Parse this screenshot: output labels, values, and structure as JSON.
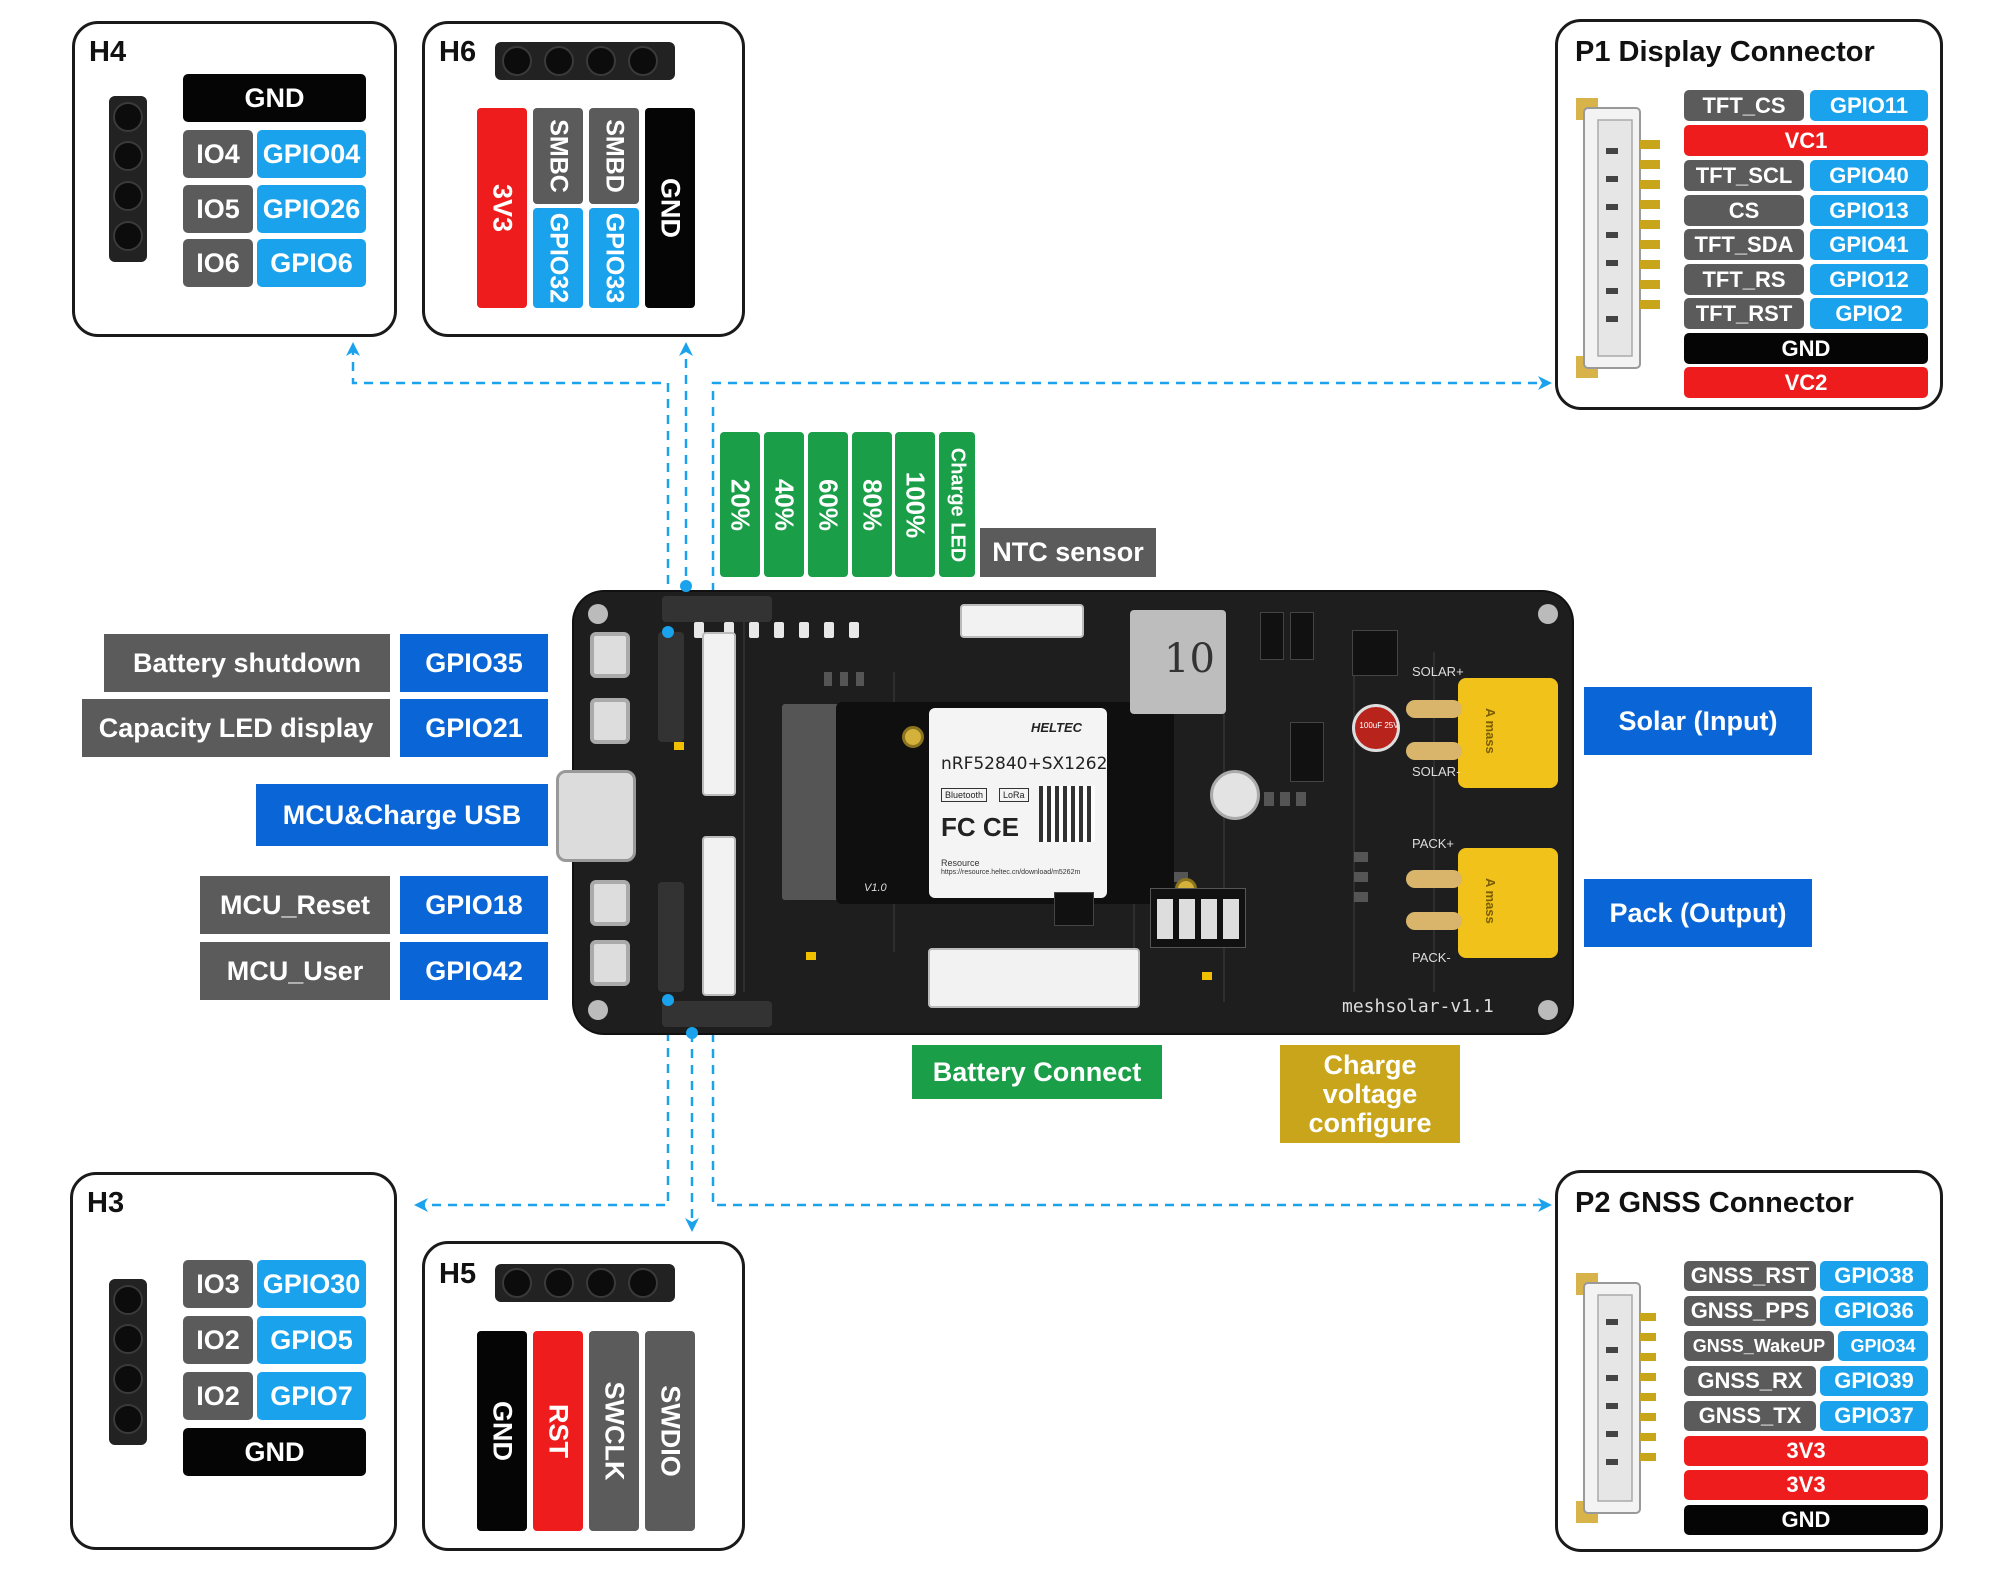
{
  "colors": {
    "blue": "#1aa3ec",
    "navy": "#0a66d6",
    "green": "#1a9e48",
    "gold": "#c9a51c",
    "red": "#ee1c1c",
    "gray": "#5b5b5b",
    "black": "#050505",
    "arrow": "#1aa3ec"
  },
  "h4": {
    "title": "H4",
    "gnd": "GND",
    "rows": [
      {
        "io": "IO4",
        "gpio": "GPIO04"
      },
      {
        "io": "IO5",
        "gpio": "GPIO26"
      },
      {
        "io": "IO6",
        "gpio": "GPIO6"
      }
    ]
  },
  "h6": {
    "title": "H6",
    "pins": [
      "3V3",
      "SMBC",
      "GPIO32",
      "SMBD",
      "GPIO33",
      "GND"
    ]
  },
  "h3": {
    "title": "H3",
    "rows": [
      {
        "io": "IO3",
        "gpio": "GPIO30"
      },
      {
        "io": "IO2",
        "gpio": "GPIO5"
      },
      {
        "io": "IO2",
        "gpio": "GPIO7"
      }
    ],
    "gnd": "GND"
  },
  "h5": {
    "title": "H5",
    "pins": [
      "GND",
      "RST",
      "SWCLK",
      "SWDIO"
    ]
  },
  "p1": {
    "title": "P1  Display Connector",
    "rows": [
      {
        "name": "TFT_CS",
        "gpio": "GPIO11"
      },
      {
        "name": "VC1"
      },
      {
        "name": "TFT_SCL",
        "gpio": "GPIO40"
      },
      {
        "name": "CS",
        "gpio": "GPIO13"
      },
      {
        "name": "TFT_SDA",
        "gpio": "GPIO41"
      },
      {
        "name": "TFT_RS",
        "gpio": "GPIO12"
      },
      {
        "name": "TFT_RST",
        "gpio": "GPIO2"
      },
      {
        "name": "GND"
      },
      {
        "name": "VC2"
      }
    ]
  },
  "p2": {
    "title": "P2  GNSS Connector",
    "rows": [
      {
        "name": "GNSS_RST",
        "gpio": "GPIO38"
      },
      {
        "name": "GNSS_PPS",
        "gpio": "GPIO36"
      },
      {
        "name": "GNSS_WakeUP",
        "gpio": "GPIO34"
      },
      {
        "name": "GNSS_RX",
        "gpio": "GPIO39"
      },
      {
        "name": "GNSS_TX",
        "gpio": "GPIO37"
      },
      {
        "name": "3V3"
      },
      {
        "name": "3V3"
      },
      {
        "name": "GND"
      }
    ]
  },
  "charge_led": {
    "levels": [
      "20%",
      "40%",
      "60%",
      "80%",
      "100%"
    ],
    "label": "Charge LED"
  },
  "ntc": "NTC sensor",
  "left_labels": {
    "battery_shutdown": "Battery shutdown",
    "battery_shutdown_gpio": "GPIO35",
    "capacity_led": "Capacity LED display",
    "capacity_led_gpio": "GPIO21",
    "usb": "MCU&Charge USB",
    "mcu_reset": "MCU_Reset",
    "mcu_reset_gpio": "GPIO18",
    "mcu_user": "MCU_User",
    "mcu_user_gpio": "GPIO42"
  },
  "right_labels": {
    "solar": "Solar (Input)",
    "pack": "Pack (Output)"
  },
  "bottom_labels": {
    "battery": "Battery Connect",
    "charge_voltage": "Charge voltage configure"
  },
  "board": {
    "module_text": "nRF52840+SX1262",
    "brand": "HELTEC",
    "bt": "Bluetooth",
    "lora": "LoRa",
    "resource": "Resource",
    "url": "https://resource.heltec.cn/download/m5262m",
    "version": "V1.0",
    "silk": "meshsolar-v1.1",
    "cap": "100uF 25V",
    "solar_plus": "SOLAR+",
    "solar_minus": "SOLAR-",
    "pack_plus": "PACK+",
    "pack_minus": "PACK-",
    "amass": "A mass",
    "inductor": "10"
  }
}
